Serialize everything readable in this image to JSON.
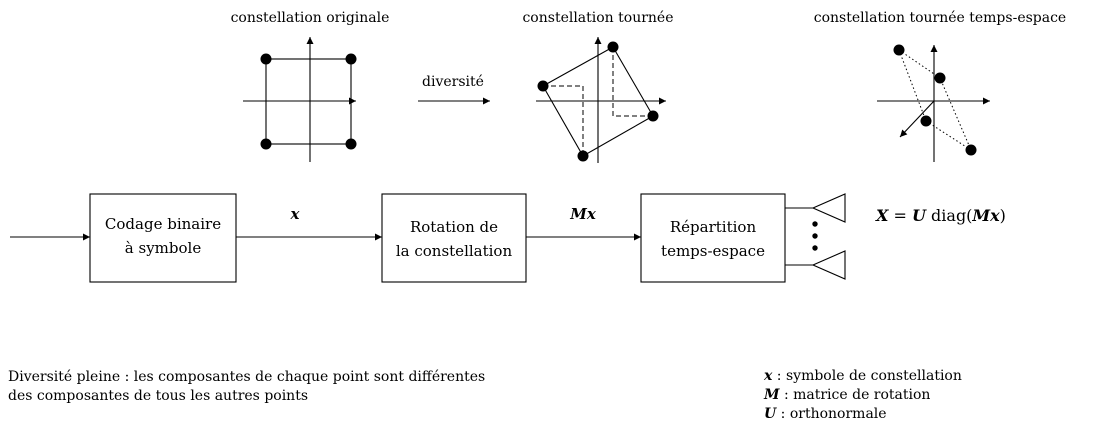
{
  "constellations": {
    "original_label": "constellation originale",
    "rotated_label": "constellation tournée",
    "space_time_label": "constellation tournée temps-espace",
    "arrow_label": "diversité"
  },
  "blocks": {
    "coding": [
      "Codage binaire",
      "à symbole"
    ],
    "rotation": [
      "Rotation de",
      "la constellation"
    ],
    "distribution": [
      "Répartition",
      "temps-espace"
    ]
  },
  "signals": {
    "x": "x",
    "mx": "Mx",
    "output_eq_X": "X",
    "output_eq_mid": " = ",
    "output_eq_U": "U",
    "output_eq_diag": " diag(",
    "output_eq_Mx": "Mx",
    "output_eq_close": ")"
  },
  "notes": {
    "diversity": [
      "Diversité pleine : les composantes de chaque point sont différentes",
      "des composantes de tous les autres points"
    ],
    "legend": [
      {
        "sym": "x",
        "text": " : symbole de constellation"
      },
      {
        "sym": "M",
        "text": " : matrice de rotation"
      },
      {
        "sym": "U",
        "text": " : orthonormale"
      }
    ]
  }
}
